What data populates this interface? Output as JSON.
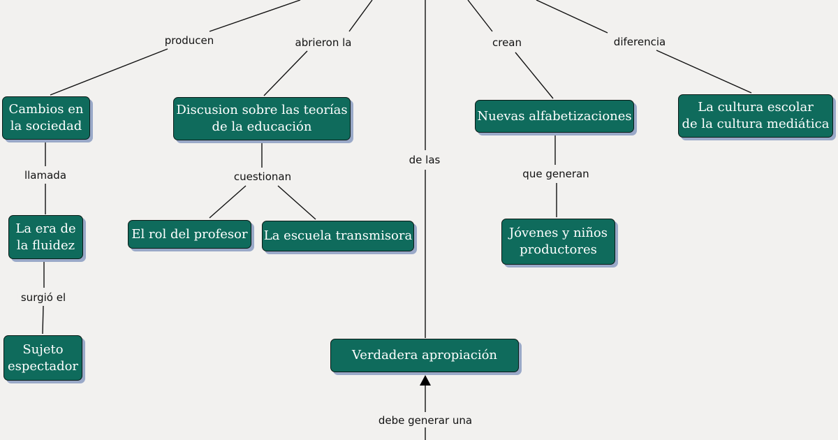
{
  "nodes": {
    "cambios": "Cambios en\nla sociedad",
    "discusion": "Discusion sobre las teorías\nde la educación",
    "nuevas": "Nuevas alfabetizaciones",
    "cultura": "La cultura escolar\nde la cultura mediática",
    "era": "La era de\nla fluidez",
    "rol": "El rol del profesor",
    "escuela": "La escuela transmisora",
    "jovenes": "Jóvenes y niños\nproductores",
    "sujeto": "Sujeto\nespectador",
    "verdadera": "Verdadera apropiación"
  },
  "links": {
    "producen": "producen",
    "abrieron": "abrieron la",
    "crean": "crean",
    "diferencia": "diferencia",
    "llamada": "llamada",
    "cuestionan": "cuestionan",
    "de_las": "de las",
    "que_generan": "que generan",
    "surgio": "surgió el",
    "debe": "debe generar una"
  },
  "colors": {
    "node_fill": "#0f6b5c",
    "node_border": "#0a1a16",
    "shadow": "#9aa9c8",
    "background": "#f2f1ef",
    "line": "#111111"
  }
}
